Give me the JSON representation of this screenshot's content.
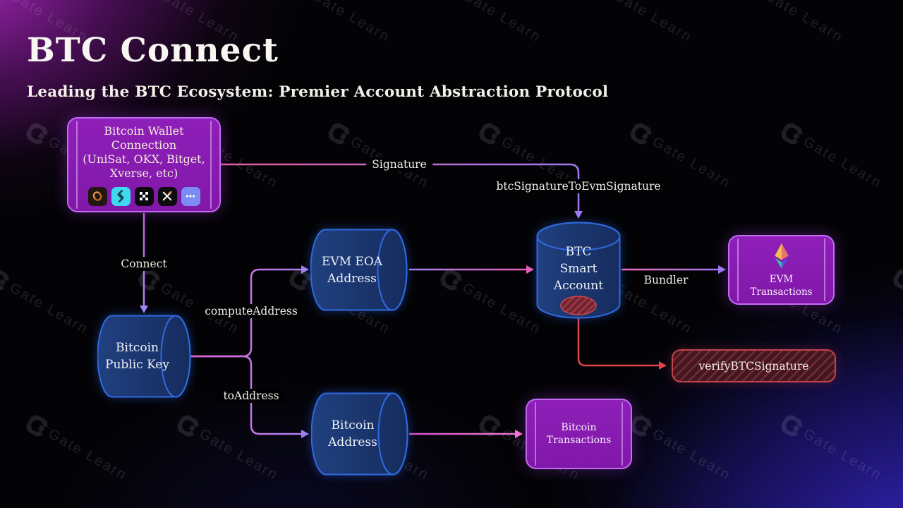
{
  "header": {
    "title": "BTC Connect",
    "subtitle": "Leading the BTC Ecosystem: Premier Account Abstraction Protocol"
  },
  "watermark": {
    "text": "Gate Learn",
    "logo_icon": "gate-logo-icon"
  },
  "diagram": {
    "nodes": {
      "wallet_connection": {
        "lines": [
          "Bitcoin Wallet",
          "Connection",
          "(UniSat, OKX, Bitget,",
          "Xverse, etc)"
        ],
        "icons": [
          "unisat-wallet-icon",
          "bitget-wallet-icon",
          "okx-wallet-icon",
          "xverse-wallet-icon",
          "more-wallets-icon"
        ]
      },
      "bitcoin_public_key": {
        "lines": [
          "Bitcoin",
          "Public Key"
        ]
      },
      "evm_eoa_address": {
        "lines": [
          "EVM EOA",
          "Address"
        ]
      },
      "btc_smart_account": {
        "lines": [
          "BTC",
          "Smart",
          "Account"
        ]
      },
      "evm_transactions": {
        "lines": [
          "EVM",
          "Transactions"
        ],
        "icon": "ethereum-icon"
      },
      "verify_btc_signature": {
        "label": "verifyBTCSignature"
      },
      "bitcoin_address": {
        "lines": [
          "Bitcoin",
          "Address"
        ]
      },
      "bitcoin_transactions": {
        "lines": [
          "Bitcoin",
          "Transactions"
        ]
      }
    },
    "edge_labels": {
      "connect": "Connect",
      "compute_address": "computeAddress",
      "to_address": "toAddress",
      "signature": "Signature",
      "btc_sig_to_evm_sig": "btcSignatureToEvmSignature",
      "bundler": "Bundler"
    },
    "colors": {
      "purple_node_fill": "#8618ae",
      "purple_node_border": "#c26cf3",
      "cylinder_fill": "#1b3570",
      "cylinder_stroke": "#2f6ae0",
      "warn_fill": "#431720",
      "warn_border": "#c4434e",
      "arrow_pink": "#e567d4",
      "arrow_violet": "#9d7bf7",
      "arrow_red": "#e0444e",
      "glow_top_left": "#a92cc4",
      "glow_bottom_right": "#2a1f9e"
    }
  }
}
